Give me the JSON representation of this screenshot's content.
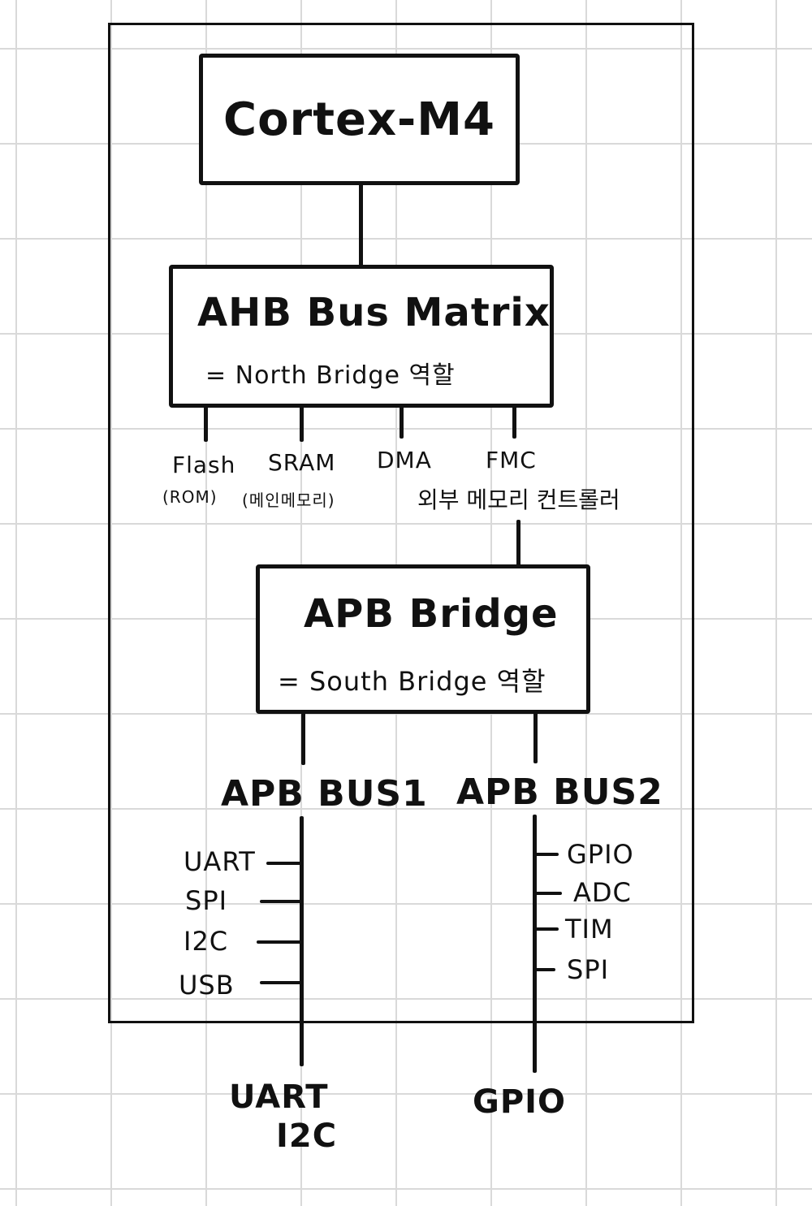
{
  "cpu": {
    "title": "Cortex-M4"
  },
  "ahb": {
    "title": "AHB Bus Matrix",
    "role": "= North Bridge 역할"
  },
  "ahb_slaves": [
    {
      "name": "Flash",
      "note": "(ROM)"
    },
    {
      "name": "SRAM",
      "note": "(메인메모리)"
    },
    {
      "name": "DMA",
      "note": ""
    },
    {
      "name": "FMC",
      "note": "외부 메모리 컨트롤러"
    }
  ],
  "apb_bridge": {
    "title": "APB Bridge",
    "role": "= South Bridge 역할"
  },
  "apb_bus1": {
    "title": "APB BUS1",
    "peripherals": [
      "UART",
      "SPI",
      "I2C",
      "USB"
    ],
    "external": [
      "UART",
      "I2C"
    ]
  },
  "apb_bus2": {
    "title": "APB BUS2",
    "peripherals": [
      "GPIO",
      "ADC",
      "TIM",
      "SPI"
    ],
    "external": [
      "GPIO"
    ]
  }
}
